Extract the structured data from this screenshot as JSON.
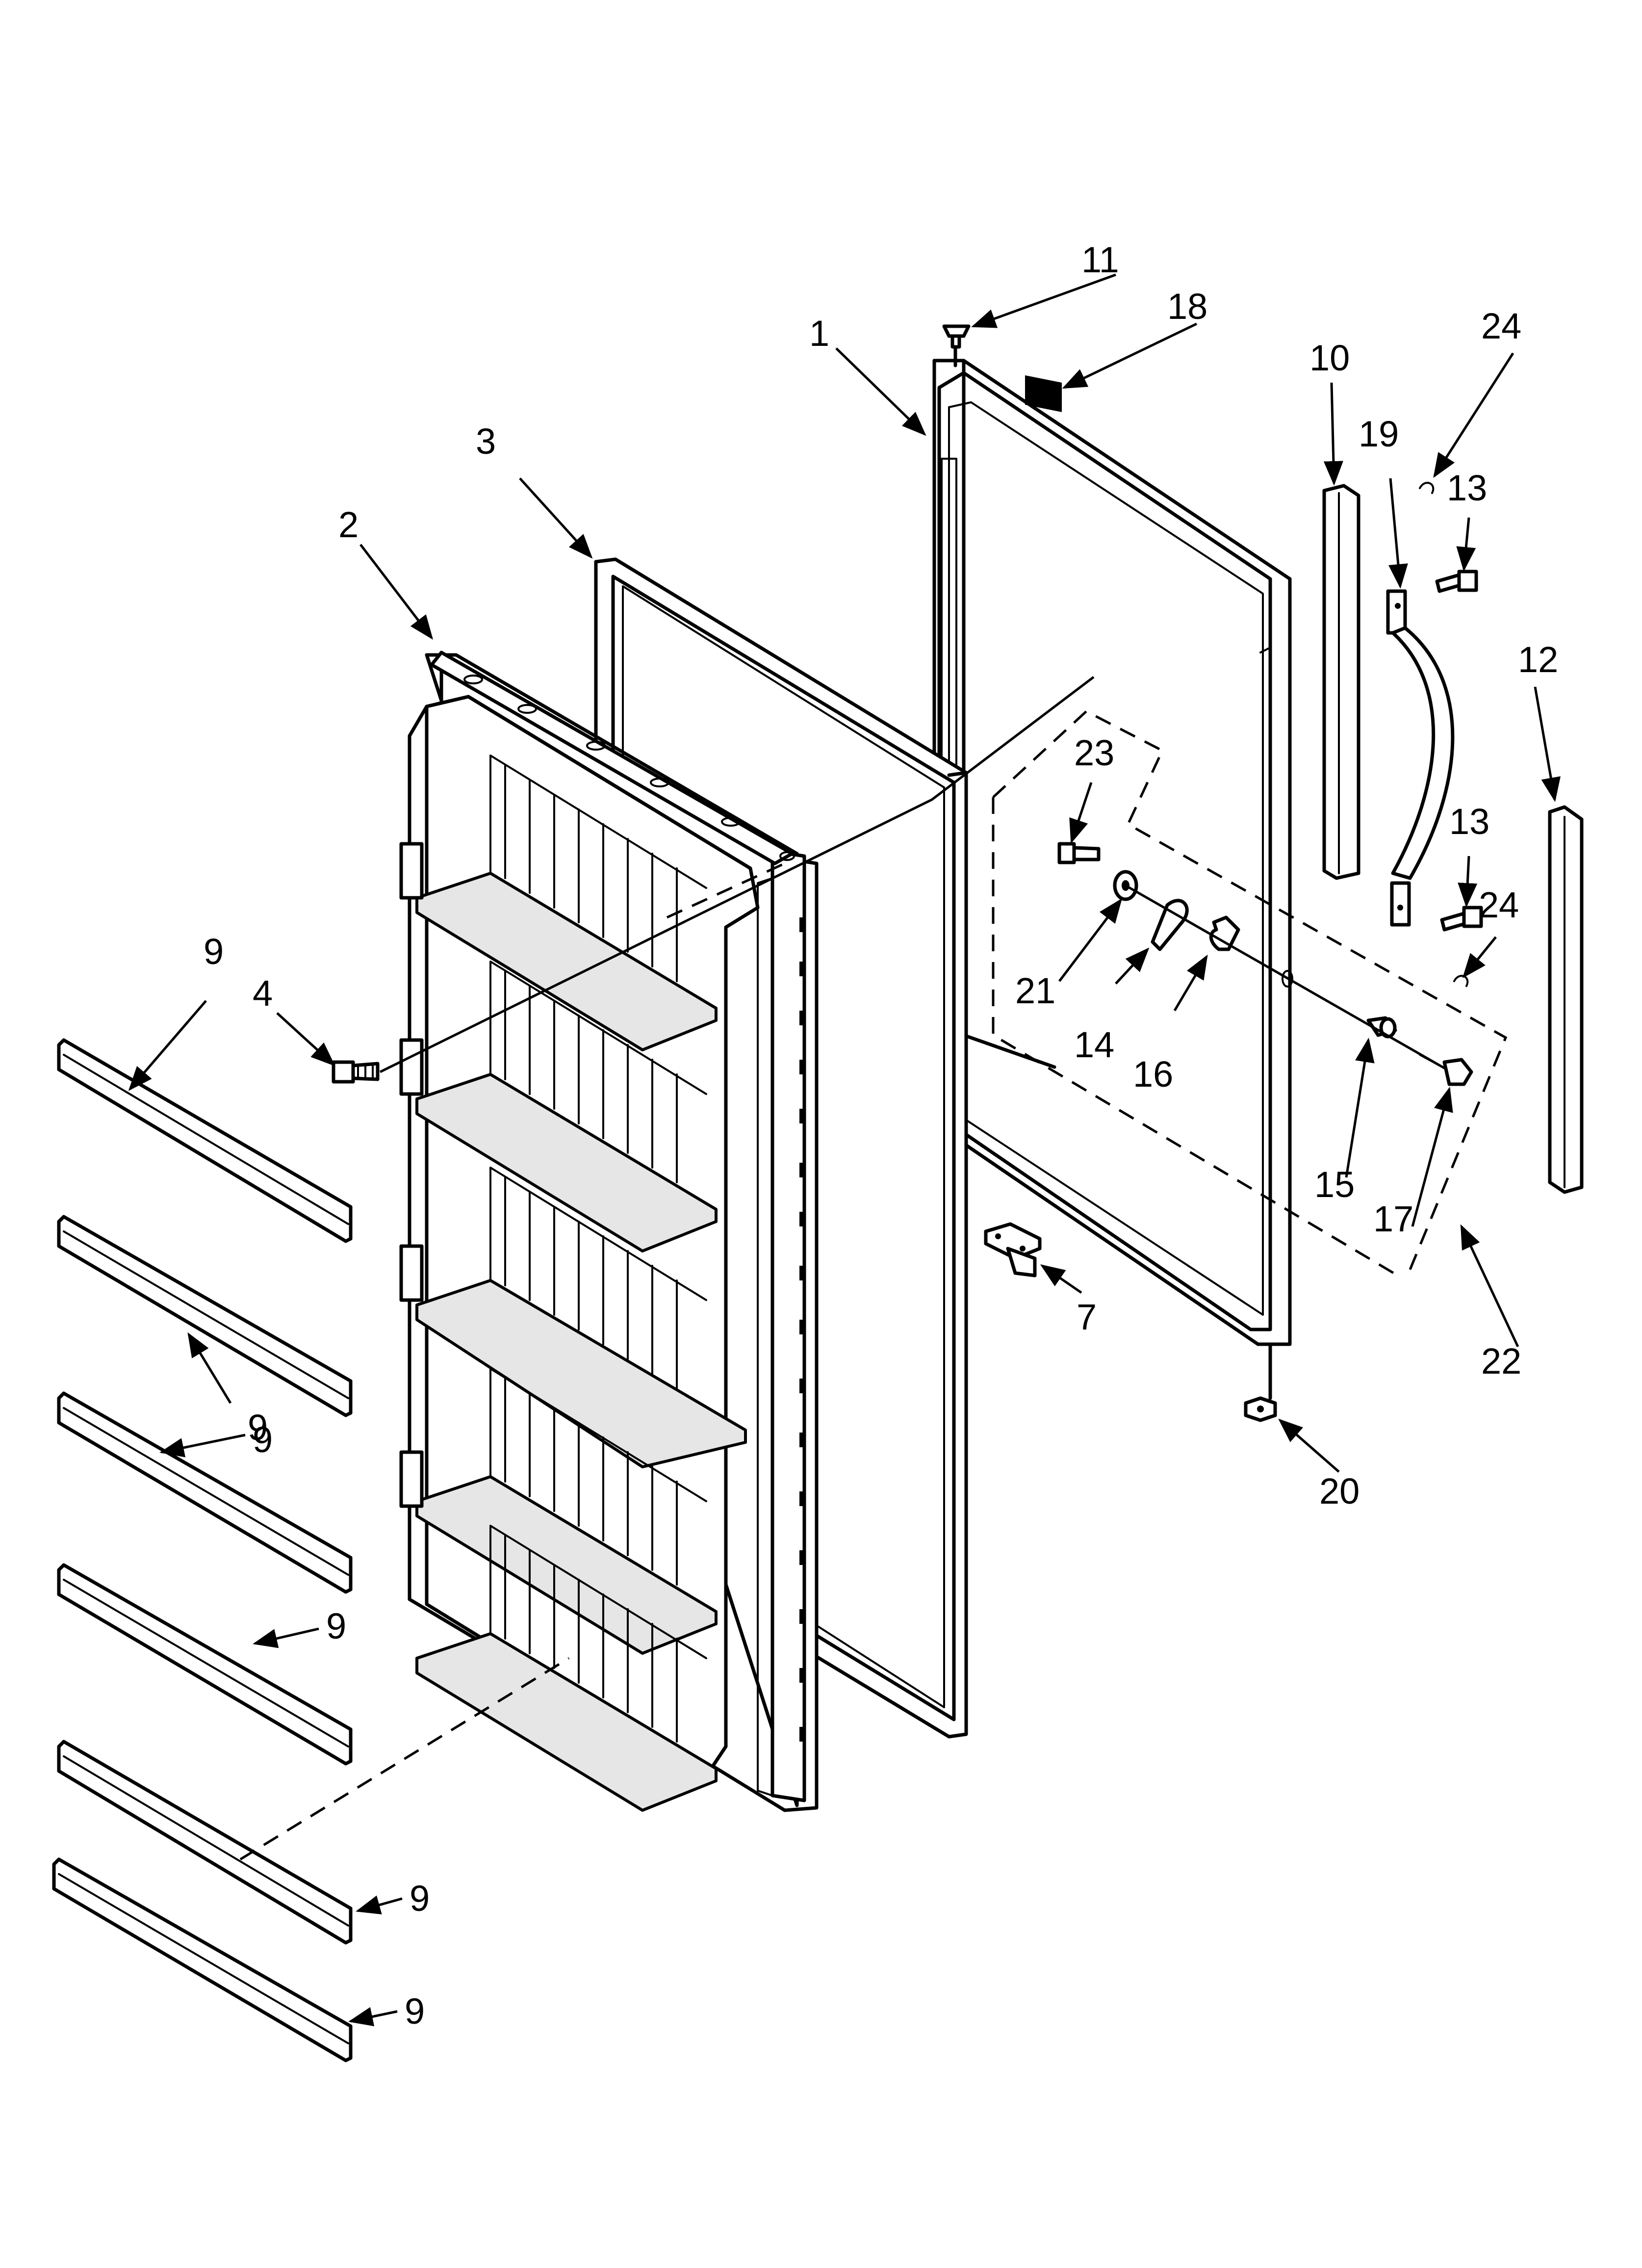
{
  "callouts": {
    "c1": "1",
    "c2": "2",
    "c3": "3",
    "c4": "4",
    "c7": "7",
    "c9a": "9",
    "c9b": "9",
    "c9c": "9",
    "c9d": "9",
    "c9e": "9",
    "c9f": "9",
    "c10": "10",
    "c11": "11",
    "c12": "12",
    "c13a": "13",
    "c13b": "13",
    "c14": "14",
    "c15": "15",
    "c16": "16",
    "c17": "17",
    "c18": "18",
    "c19": "19",
    "c20": "20",
    "c21": "21",
    "c22": "22",
    "c23": "23",
    "c24a": "24",
    "c24b": "24"
  }
}
